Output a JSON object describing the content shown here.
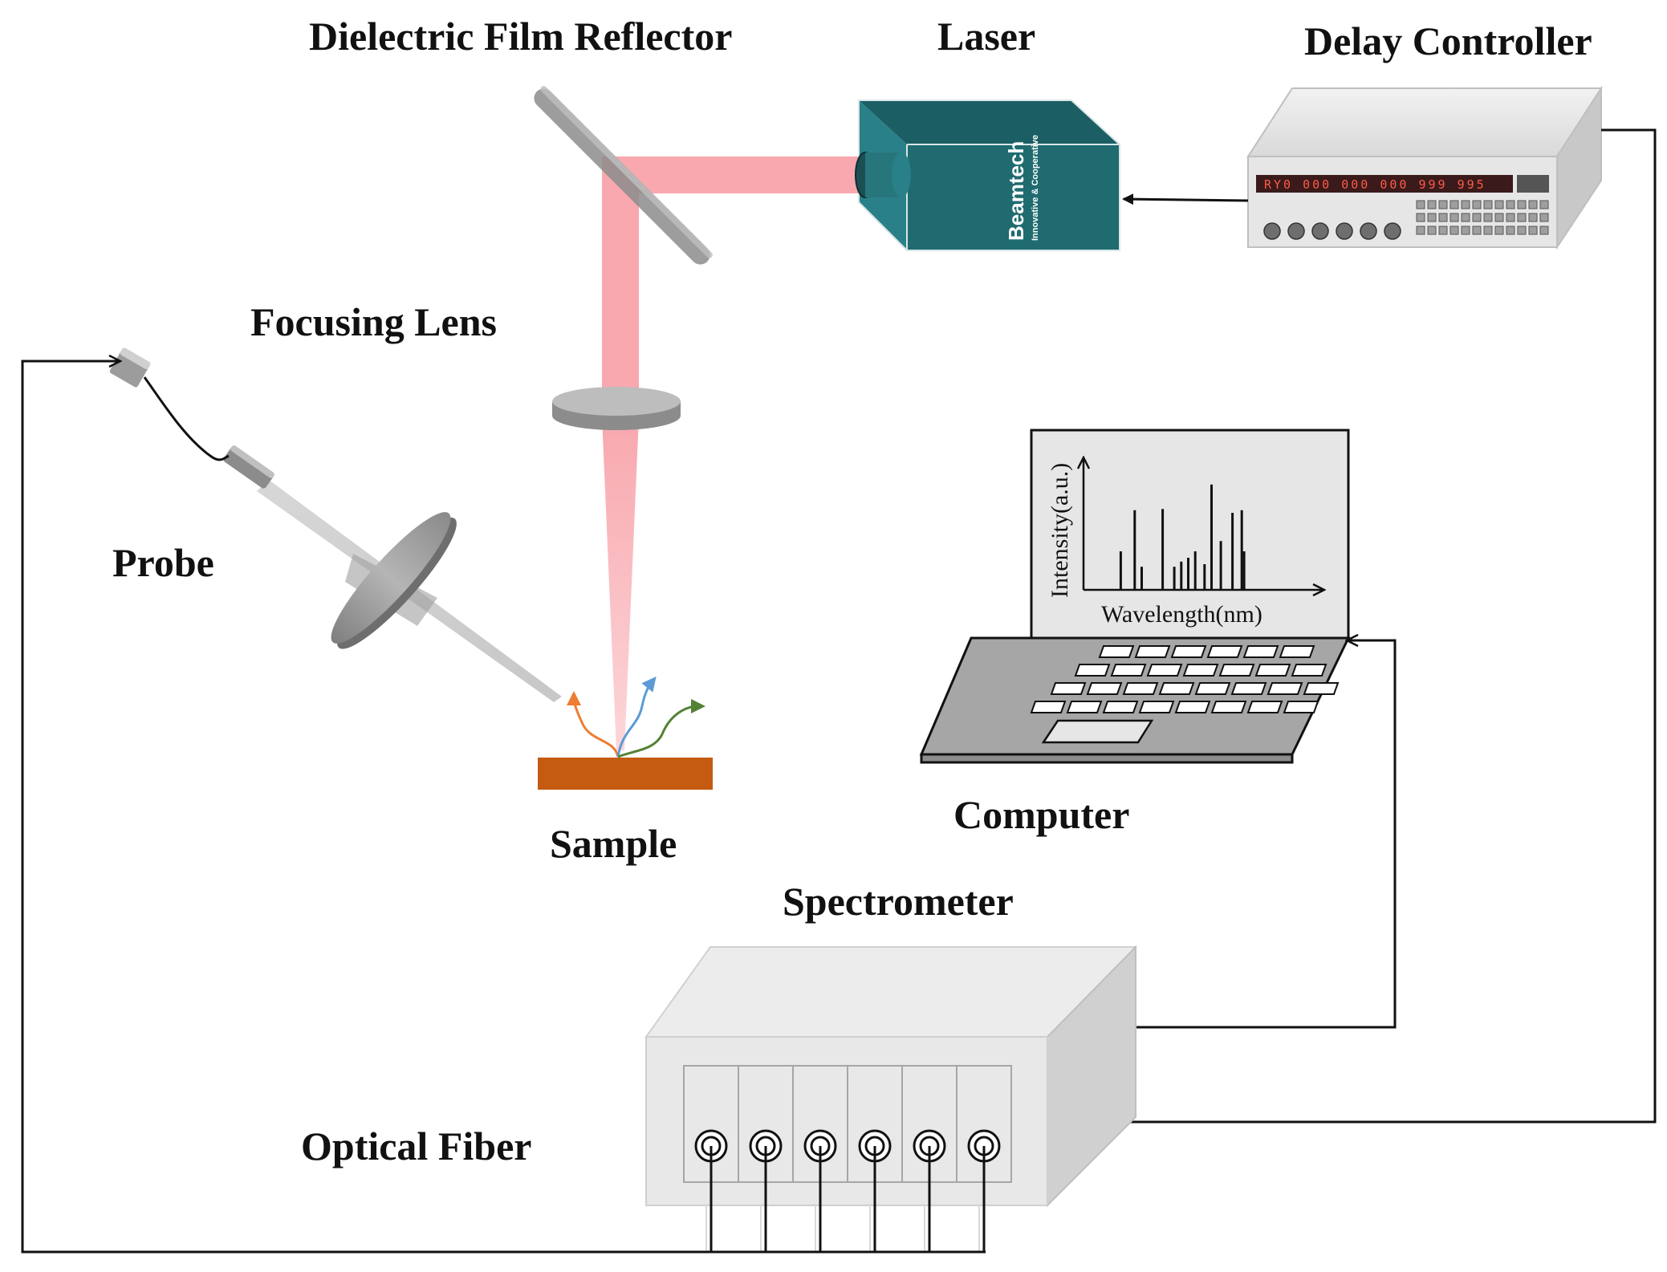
{
  "labels": {
    "reflector": "Dielectric Film Reflector",
    "laser": "Laser",
    "delay_controller": "Delay Controller",
    "focusing_lens": "Focusing Lens",
    "probe": "Probe",
    "sample": "Sample",
    "computer": "Computer",
    "spectrometer": "Spectrometer",
    "optical_fiber": "Optical Fiber"
  },
  "screen": {
    "ylabel": "Intensity(a.u.)",
    "xlabel": "Wavelength(nm)"
  },
  "laser_brand": {
    "name": "Beamtech",
    "tagline": "Innovative & Cooperative"
  },
  "delay_display": "RY0 000 000 000 999 995",
  "spectrum_peaks": [
    {
      "x": 0.16,
      "h": 0.3
    },
    {
      "x": 0.22,
      "h": 0.62
    },
    {
      "x": 0.25,
      "h": 0.18
    },
    {
      "x": 0.34,
      "h": 0.63
    },
    {
      "x": 0.39,
      "h": 0.18
    },
    {
      "x": 0.42,
      "h": 0.22
    },
    {
      "x": 0.45,
      "h": 0.25
    },
    {
      "x": 0.48,
      "h": 0.3
    },
    {
      "x": 0.52,
      "h": 0.2
    },
    {
      "x": 0.55,
      "h": 0.82
    },
    {
      "x": 0.59,
      "h": 0.38
    },
    {
      "x": 0.64,
      "h": 0.6
    },
    {
      "x": 0.68,
      "h": 0.62
    },
    {
      "x": 0.69,
      "h": 0.3
    }
  ],
  "colors": {
    "laser_body": "#1f6b70",
    "beam": "#f8a8ae",
    "sample": "#c55a11",
    "emission_orange": "#ed7d31",
    "emission_blue": "#5b9bd5",
    "emission_green": "#548235"
  }
}
